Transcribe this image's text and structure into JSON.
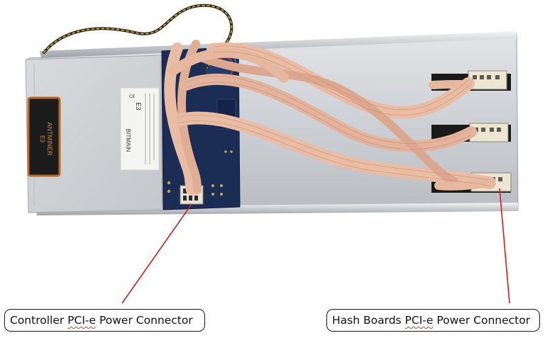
{
  "photo": {
    "subject": "Bitmain Antminer E3 miner with PCI-e power cables",
    "label_brand": "ANTMINER",
    "label_model": "E3",
    "sticker_model": "E3",
    "sticker_maker": "BITMAIN",
    "colors": {
      "chassis": "#c9ccd0",
      "board": "#1b2c55",
      "cable": "#e7b8a0",
      "pointer": "#d21f1f",
      "label_frame": "#b86a26"
    }
  },
  "callouts": {
    "controller": {
      "pre": "Controller ",
      "mark": "PCI-e",
      "post": " Power Connector"
    },
    "hashboards": {
      "pre": "Hash Boards ",
      "mark": "PCI-e",
      "post": " Power Connector"
    }
  }
}
